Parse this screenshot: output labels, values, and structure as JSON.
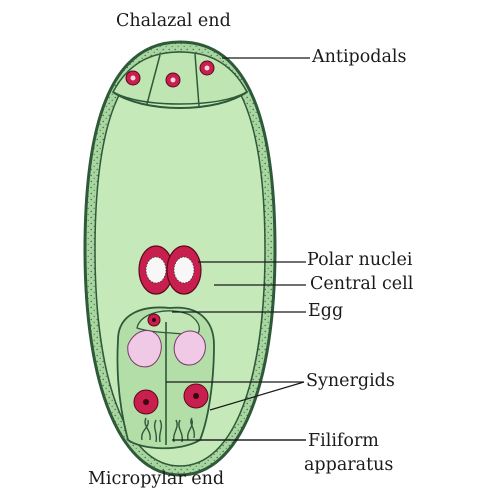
{
  "labels": {
    "chalazal_end": "Chalazal end",
    "antipodals": "Antipodals",
    "polar_nuclei": "Polar nuclei",
    "central_cell": "Central cell",
    "egg": "Egg",
    "synergids": "Synergids",
    "filiform_line1": "Filiform",
    "filiform_line2": "apparatus",
    "micropylar_end": "Micropylar end"
  },
  "colors": {
    "outer_wall": "#2e5a3a",
    "wall_fill": "#a9d6a0",
    "cell_fill": "#bfe5b3",
    "central_fill": "#c6e9b9",
    "nucleus_fill": "#c81f4e",
    "nucleus_dot": "#5a0a1a",
    "vacuole_fill": "#f0c9e6",
    "label_line": "#1a1a1a"
  }
}
